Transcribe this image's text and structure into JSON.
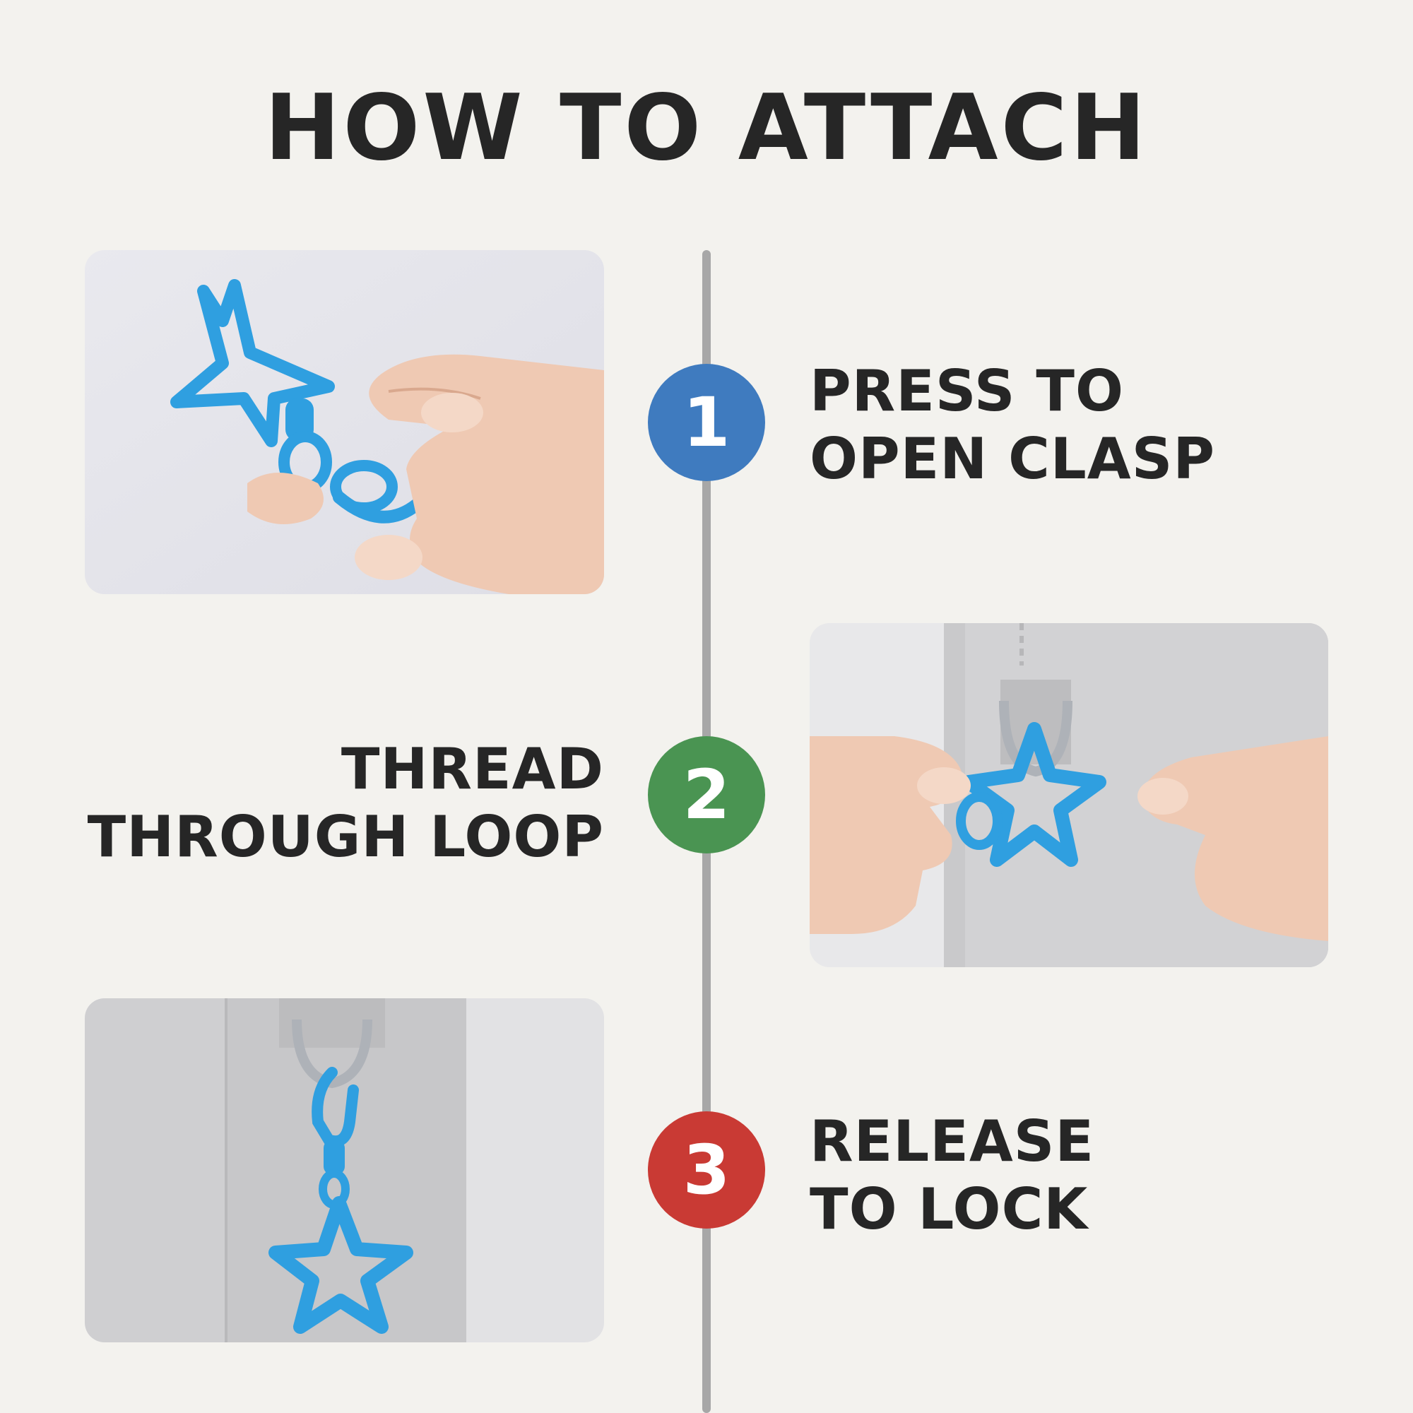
{
  "title": "HOW TO ATTACH",
  "colors": {
    "background": "#f3f2ee",
    "text": "#262626",
    "divider": "#a7a7a7",
    "step1": "#3f7bbf",
    "step2": "#4a9452",
    "step3": "#c93a34",
    "clasp": "#2f9fe0"
  },
  "steps": [
    {
      "number": "1",
      "line1": "PRESS TO",
      "line2": "OPEN CLASP",
      "photo": "hand-pressing-star-clasp"
    },
    {
      "number": "2",
      "line1": "THREAD",
      "line2": "THROUGH LOOP",
      "photo": "hands-threading-clasp-through-bag-ring"
    },
    {
      "number": "3",
      "line1": "RELEASE",
      "line2": "TO LOCK",
      "photo": "star-clasp-hanging-on-bag-ring"
    }
  ]
}
